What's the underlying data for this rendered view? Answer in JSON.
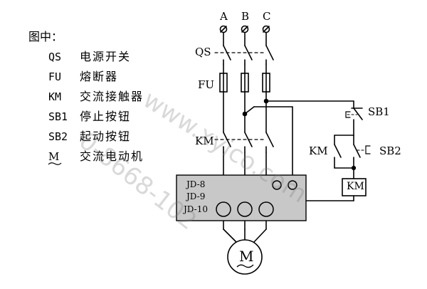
{
  "legend": {
    "title": "图中：",
    "items": [
      {
        "symbol": "QS",
        "text": "电源开关"
      },
      {
        "symbol": "FU",
        "text": "熔断器"
      },
      {
        "symbol": "KM",
        "text": "交流接触器"
      },
      {
        "symbol": "SB1",
        "text": "停止按钮"
      },
      {
        "symbol": "SB2",
        "text": "起动按钮"
      },
      {
        "symbol": "M",
        "text": "交流电动机"
      }
    ]
  },
  "phases": [
    "A",
    "B",
    "C"
  ],
  "labels": {
    "qs": "QS",
    "fu": "FU",
    "km_main": "KM",
    "km_aux": "KM",
    "km_coil": "KM",
    "sb1": "SB1",
    "sb2": "SB2",
    "motor": "M"
  },
  "module_terminals": [
    "JD-8",
    "JD-9",
    "JD-10"
  ],
  "watermark": {
    "text1": "www.xyico.com",
    "text2": "0-8668-102"
  },
  "colors": {
    "line": "#000000",
    "module_fill": "#c8c8c8",
    "watermark": "#888888"
  }
}
